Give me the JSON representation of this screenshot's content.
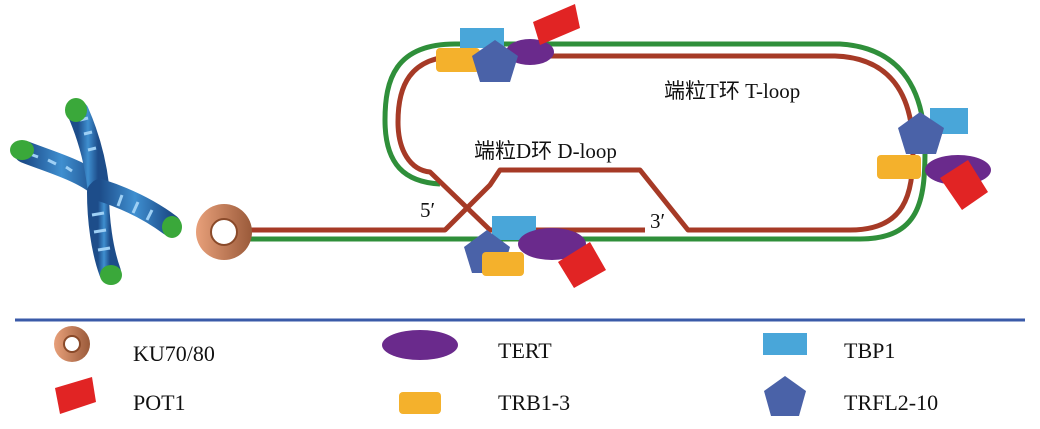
{
  "diagram": {
    "t_loop_label": "端粒T环 T-loop",
    "d_loop_label": "端粒D环 D-loop",
    "five_prime_label": "5′",
    "three_prime_label": "3′"
  },
  "legend": {
    "items": [
      {
        "name": "ku70-80",
        "label": "KU70/80"
      },
      {
        "name": "tert",
        "label": "TERT"
      },
      {
        "name": "tbp1",
        "label": "TBP1"
      },
      {
        "name": "pot1",
        "label": "POT1"
      },
      {
        "name": "trb1-3",
        "label": "TRB1-3"
      },
      {
        "name": "trfl2-10",
        "label": "TRFL2-10"
      }
    ]
  },
  "colors": {
    "strand_red": "#a63a26",
    "strand_green": "#2f8f3a",
    "ku_ring_outer": "#d4835a",
    "ku_ring_inner": "#8a4a2a",
    "tert_purple": "#6a2a8c",
    "tbp1_blue": "#49a6d9",
    "pot1_red": "#e12424",
    "trb_orange": "#f4b12c",
    "trfl_pentagon": "#4a62a8",
    "divider": "#3a5aa8",
    "chromosome_blue": "#2e6fb0",
    "chromosome_tip_green": "#3aa83a"
  }
}
